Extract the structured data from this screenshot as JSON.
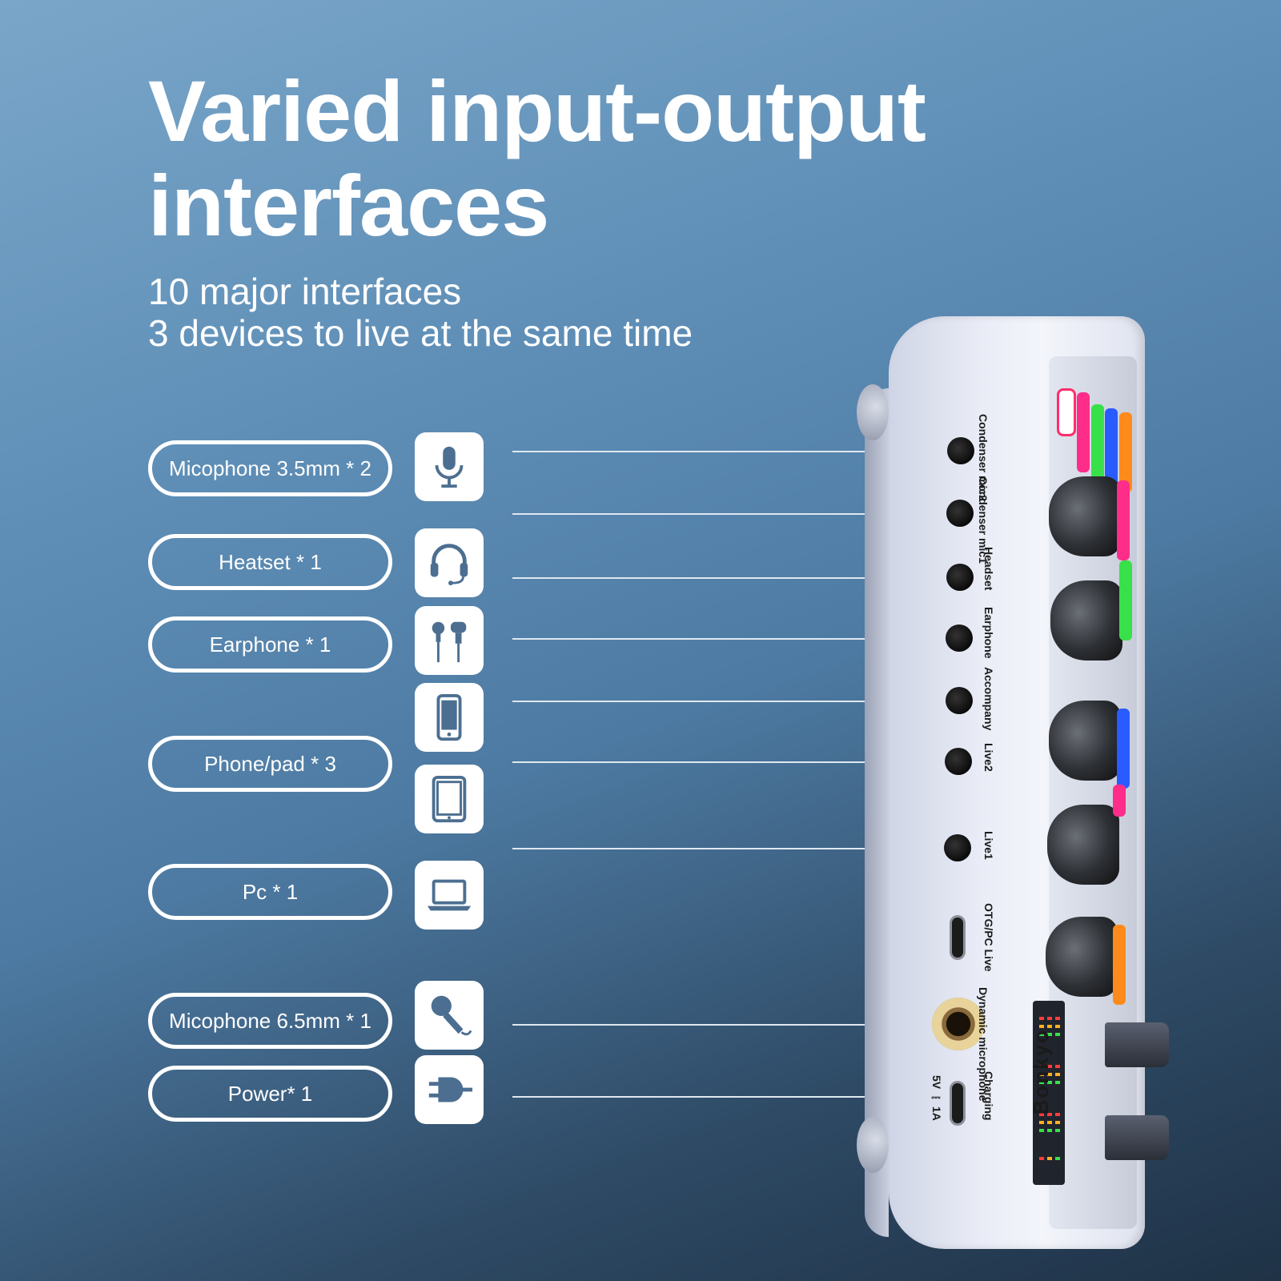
{
  "header": {
    "title_line1": "Varied input-output",
    "title_line2": "interfaces",
    "subtitle_line1": "10 major interfaces",
    "subtitle_line2": "3 devices to live at the same time"
  },
  "interfaces": [
    {
      "label": "Micophone 3.5mm * 2",
      "icon": "microphone-icon"
    },
    {
      "label": "Heatset * 1",
      "icon": "headset-icon"
    },
    {
      "label": "Earphone * 1",
      "icon": "earphone-icon"
    },
    {
      "label": "Phone/pad * 3",
      "icon": "phone-icon"
    },
    {
      "label": "Pc * 1",
      "icon": "laptop-icon"
    },
    {
      "label": "Micophone 6.5mm * 1",
      "icon": "handheld-mic-icon"
    },
    {
      "label": "Power* 1",
      "icon": "power-plug-icon"
    }
  ],
  "tablet_icon": "tablet-icon",
  "device": {
    "brand": "Bonkyo",
    "ports": [
      {
        "label_a": "Condenser",
        "label_b": "mic2"
      },
      {
        "label_a": "Condenser",
        "label_b": "mic1"
      },
      {
        "label_a": "Headset",
        "label_b": ""
      },
      {
        "label_a": "Earphone",
        "label_b": ""
      },
      {
        "label_a": "Accompany",
        "label_b": ""
      },
      {
        "label_a": "Live2",
        "label_b": ""
      },
      {
        "label_a": "Live1",
        "label_b": ""
      },
      {
        "label_a": "OTG/PC Live",
        "label_b": ""
      },
      {
        "label_a": "Dynamic",
        "label_b": "microphone"
      },
      {
        "label_a": "Charging",
        "label_b": ""
      }
    ],
    "power_rating": "5V ⎓ 1A"
  },
  "colors": {
    "icon_fill": "#4c6f91",
    "accent_pink": "#ff2d8a",
    "accent_green": "#38e04a",
    "accent_blue": "#2a5bff",
    "accent_orange": "#ff8a1c"
  }
}
